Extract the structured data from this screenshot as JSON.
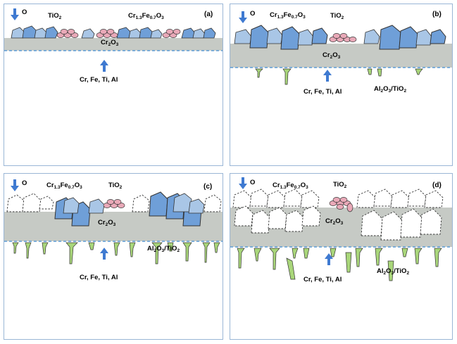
{
  "panels": [
    {
      "id": "a",
      "panel_label": "(a)",
      "labels": {
        "oxygen": "O",
        "tio2": {
          "base": "TiO",
          "sub": "2"
        },
        "crfe": {
          "p1": "Cr",
          "s1": "1.3",
          "p2": "Fe",
          "s2": "0.7",
          "p3": "O",
          "s3": "3"
        },
        "cr2o3": {
          "p1": "Cr",
          "s1": "2",
          "p2": "O",
          "s2": "3"
        },
        "diffusing": "Cr, Fe, Ti, Al"
      }
    },
    {
      "id": "b",
      "panel_label": "(b)",
      "labels": {
        "oxygen": "O",
        "tio2": {
          "base": "TiO",
          "sub": "2"
        },
        "crfe": {
          "p1": "Cr",
          "s1": "1.3",
          "p2": "Fe",
          "s2": "0.7",
          "p3": "O",
          "s3": "3"
        },
        "cr2o3": {
          "p1": "Cr",
          "s1": "2",
          "p2": "O",
          "s2": "3"
        },
        "diffusing": "Cr, Fe, Ti, Al",
        "al2o3": {
          "p1": "Al",
          "s1": "2",
          "p2": "O",
          "s2": "3",
          "p3": "/TiO",
          "s3": "2"
        }
      }
    },
    {
      "id": "c",
      "panel_label": "(c)",
      "labels": {
        "oxygen": "O",
        "tio2": {
          "base": "TiO",
          "sub": "2"
        },
        "crfe": {
          "p1": "Cr",
          "s1": "1.3",
          "p2": "Fe",
          "s2": "0.7",
          "p3": "O",
          "s3": "3"
        },
        "cr2o3": {
          "p1": "Cr",
          "s1": "2",
          "p2": "O",
          "s2": "3"
        },
        "diffusing": "Cr, Fe, Ti, Al",
        "al2o3": {
          "p1": "Al",
          "s1": "2",
          "p2": "O",
          "s2": "3",
          "p3": "/TiO",
          "s3": "2"
        }
      }
    },
    {
      "id": "d",
      "panel_label": "(d)",
      "labels": {
        "oxygen": "O",
        "tio2": {
          "base": "TiO",
          "sub": "2"
        },
        "crfe": {
          "p1": "Cr",
          "s1": "1.3",
          "p2": "Fe",
          "s2": "0.7",
          "p3": "O",
          "s3": "3"
        },
        "cr2o3": {
          "p1": "Cr",
          "s1": "2",
          "p2": "O",
          "s2": "3"
        },
        "diffusing": "Cr, Fe, Ti, Al",
        "al2o3": {
          "p1": "Al",
          "s1": "2",
          "p2": "O",
          "s2": "3",
          "p3": "/TiO",
          "s3": "2"
        }
      }
    }
  ],
  "colors": {
    "panel_border": "#9ab6d6",
    "oxide_layer": "#c6cac5",
    "interface_line": "#5b9bd5",
    "crfe_grain": "#6f9fd8",
    "crfe_grain_light": "#a9c6e6",
    "tio2_grain": "#e9a9b8",
    "internal_oxide": "#a9d67a",
    "arrow": "#3f7ad1",
    "void_outline": "#333333"
  }
}
